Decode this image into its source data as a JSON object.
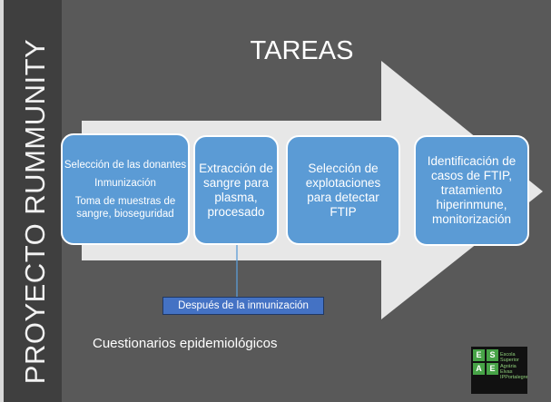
{
  "slide": {
    "title": "TAREAS",
    "vertical_title": "PROYECTO RUMMUNITY",
    "colors": {
      "background": "#595959",
      "sidebar": "#3f3f3f",
      "arrow": "#f2f2f2",
      "box": "#5b9bd5",
      "callout": "#4472c4"
    }
  },
  "tasks": [
    {
      "lines": [
        "Selección de las donantes",
        "Inmunización",
        "Toma de muestras de sangre, bioseguridad"
      ]
    },
    {
      "lines": [
        "Extracción de sangre para plasma, procesado"
      ]
    },
    {
      "lines": [
        "Selección de explotaciones para detectar FTIP"
      ]
    },
    {
      "lines": [
        "Identificación de casos de FTIP, tratamiento hiperinmune, monitorización"
      ]
    }
  ],
  "callout": {
    "text": "Después de la inmunización"
  },
  "note": {
    "text": "Cuestionarios epidemiológicos"
  },
  "logo": {
    "letters": [
      "E",
      "S",
      "A",
      "E"
    ],
    "lines": [
      "Escola",
      "Superior",
      "Agrária",
      "Elvas",
      "IPPortalegre"
    ]
  }
}
